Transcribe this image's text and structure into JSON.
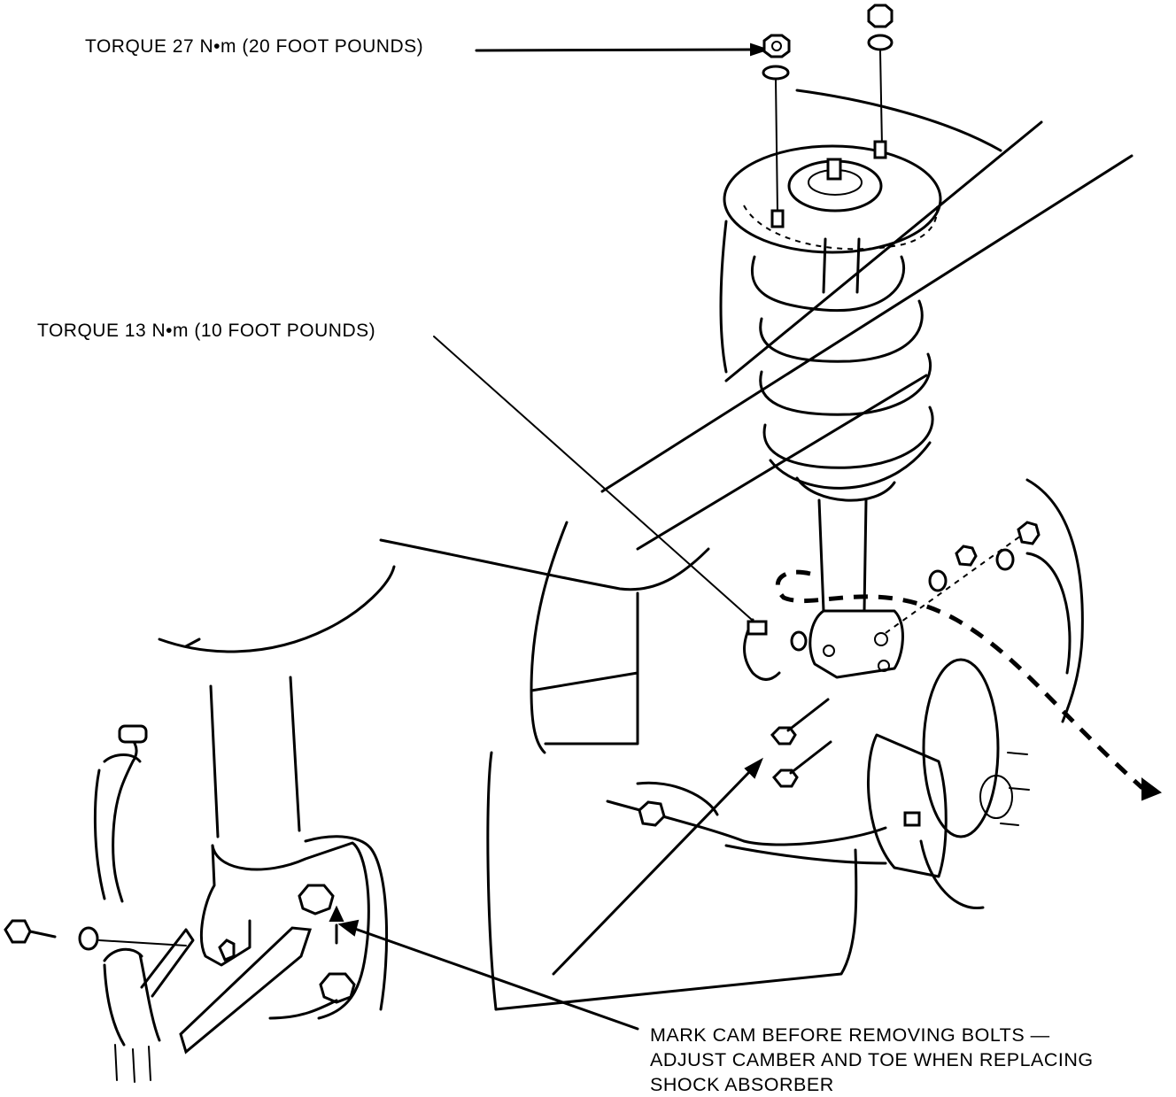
{
  "callouts": {
    "torque_upper": "TORQUE 27 N•m (20 FOOT POUNDS)",
    "torque_lower": "TORQUE 13 N•m (10 FOOT POUNDS)",
    "mark_cam_line1": "MARK CAM BEFORE REMOVING BOLTS —",
    "mark_cam_line2": "ADJUST CAMBER AND TOE WHEN REPLACING",
    "mark_cam_line3": "SHOCK ABSORBER"
  },
  "colors": {
    "ink": "#000000",
    "paper": "#ffffff"
  }
}
